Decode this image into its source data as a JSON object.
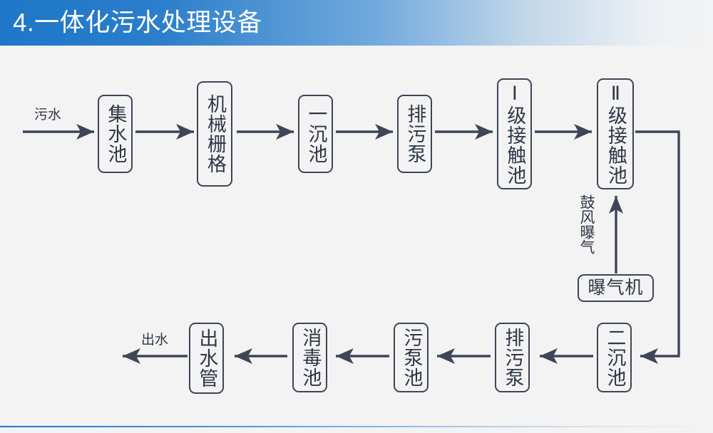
{
  "header": {
    "title": "4.一体化污水处理设备",
    "background_from": "#1f76c8",
    "background_to": "#f2f3f4"
  },
  "theme": {
    "page_background": "#f3f3f3",
    "stroke": "#3d4557",
    "text": "#2f3746",
    "accent": "#1f76c8"
  },
  "diagram": {
    "type": "flowchart",
    "orientation": "serpentine-two-rows",
    "inlet_label": "污水",
    "outlet_label": "出水",
    "aeration_label": "鼓风曝气",
    "nodes": [
      {
        "id": "n1",
        "label": "集水池",
        "row": "top",
        "text_orientation": "vertical"
      },
      {
        "id": "n2",
        "label": "机械栅格",
        "row": "top",
        "text_orientation": "vertical"
      },
      {
        "id": "n3",
        "label": "一沉池",
        "row": "top",
        "text_orientation": "vertical"
      },
      {
        "id": "n4",
        "label": "排污泵",
        "row": "top",
        "text_orientation": "vertical"
      },
      {
        "id": "n5",
        "label": "Ⅰ级接触池",
        "row": "top",
        "text_orientation": "vertical"
      },
      {
        "id": "n6",
        "label": "Ⅱ级接触池",
        "row": "top",
        "text_orientation": "vertical"
      },
      {
        "id": "n7",
        "label": "曝气机",
        "row": "middle",
        "text_orientation": "horizontal"
      },
      {
        "id": "n8",
        "label": "二沉池",
        "row": "bottom",
        "text_orientation": "vertical"
      },
      {
        "id": "n9",
        "label": "排污泵",
        "row": "bottom",
        "text_orientation": "vertical"
      },
      {
        "id": "n10",
        "label": "污泵池",
        "row": "bottom",
        "text_orientation": "vertical"
      },
      {
        "id": "n11",
        "label": "消毒池",
        "row": "bottom",
        "text_orientation": "vertical"
      },
      {
        "id": "n12",
        "label": "出水管",
        "row": "bottom",
        "text_orientation": "vertical"
      }
    ],
    "edges": [
      {
        "from": "inlet",
        "to": "n1",
        "direction": "right"
      },
      {
        "from": "n1",
        "to": "n2",
        "direction": "right"
      },
      {
        "from": "n2",
        "to": "n3",
        "direction": "right"
      },
      {
        "from": "n3",
        "to": "n4",
        "direction": "right"
      },
      {
        "from": "n4",
        "to": "n5",
        "direction": "right"
      },
      {
        "from": "n5",
        "to": "n6",
        "direction": "right"
      },
      {
        "from": "n6",
        "to": "n8",
        "direction": "wrap-down-left"
      },
      {
        "from": "n7",
        "to": "n6",
        "direction": "up",
        "label": "鼓风曝气"
      },
      {
        "from": "n8",
        "to": "n9",
        "direction": "left"
      },
      {
        "from": "n9",
        "to": "n10",
        "direction": "left"
      },
      {
        "from": "n10",
        "to": "n11",
        "direction": "left"
      },
      {
        "from": "n11",
        "to": "n12",
        "direction": "left"
      },
      {
        "from": "n12",
        "to": "outlet",
        "direction": "left"
      }
    ]
  }
}
